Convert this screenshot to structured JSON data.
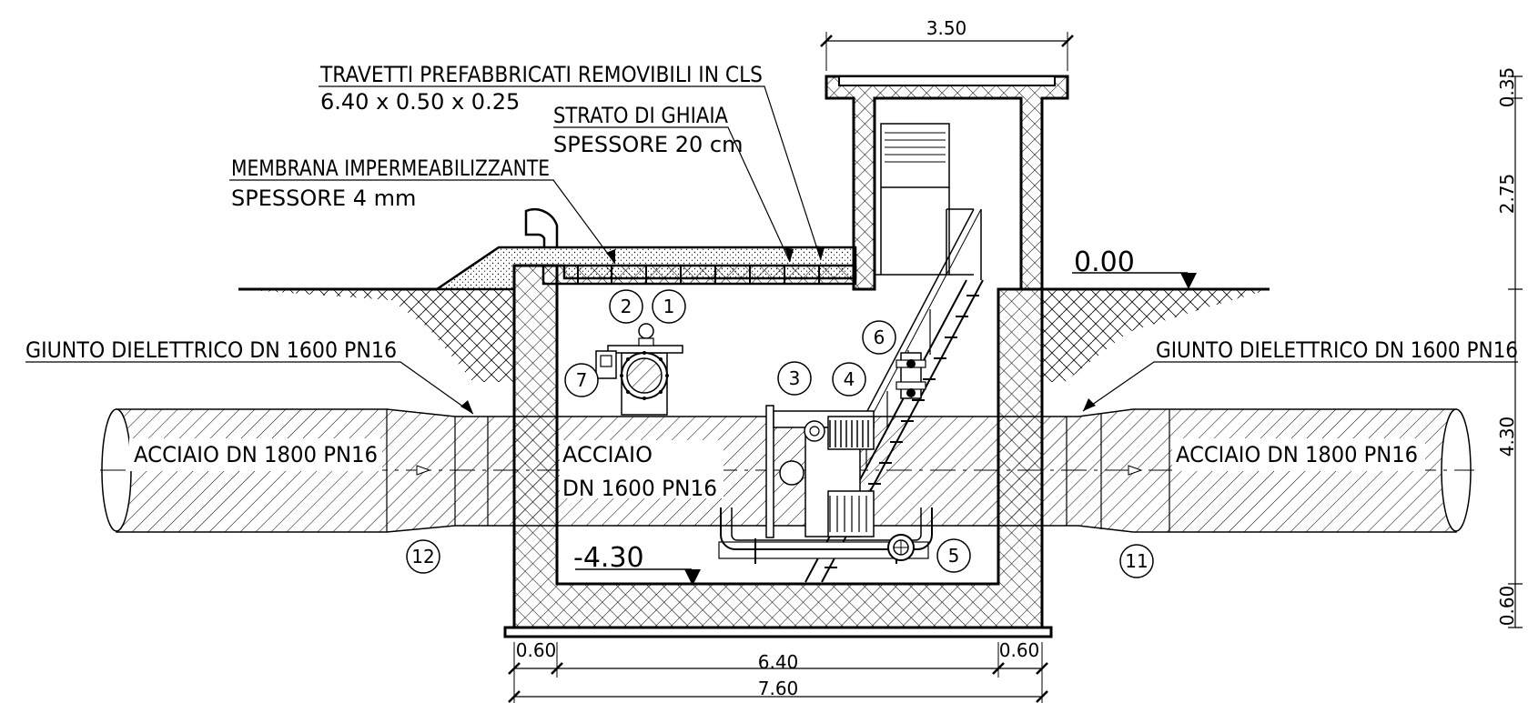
{
  "labels": {
    "travetti_l1": "TRAVETTI PREFABBRICATI REMOVIBILI IN CLS",
    "travetti_l2": "6.40 x 0.50 x 0.25",
    "ghiaia_l1": "STRATO DI GHIAIA",
    "ghiaia_l2": "SPESSORE 20 cm",
    "membrana_l1": "MEMBRANA IMPERMEABILIZZANTE",
    "membrana_l2": "SPESSORE 4 mm",
    "giunto_left": "GIUNTO DIELETTRICO DN 1600 PN16",
    "giunto_right": "GIUNTO DIELETTRICO DN 1600 PN16",
    "pipe_left": "ACCIAIO DN 1800 PN16",
    "pipe_center_l1": "ACCIAIO",
    "pipe_center_l2": "DN 1600 PN16",
    "pipe_right": "ACCIAIO DN 1800 PN16"
  },
  "levels": {
    "ground": "0.00",
    "bottom": "-4.30"
  },
  "dimensions": {
    "house_width": "3.50",
    "wall_left": "0.60",
    "inner_width": "6.40",
    "wall_right": "0.60",
    "total_width": "7.60",
    "v_top": "0.35",
    "v_house": "2.75",
    "v_chamber": "4.30",
    "v_base": "0.60"
  },
  "markers": [
    "1",
    "2",
    "3",
    "4",
    "5",
    "6",
    "7",
    "11",
    "12"
  ]
}
